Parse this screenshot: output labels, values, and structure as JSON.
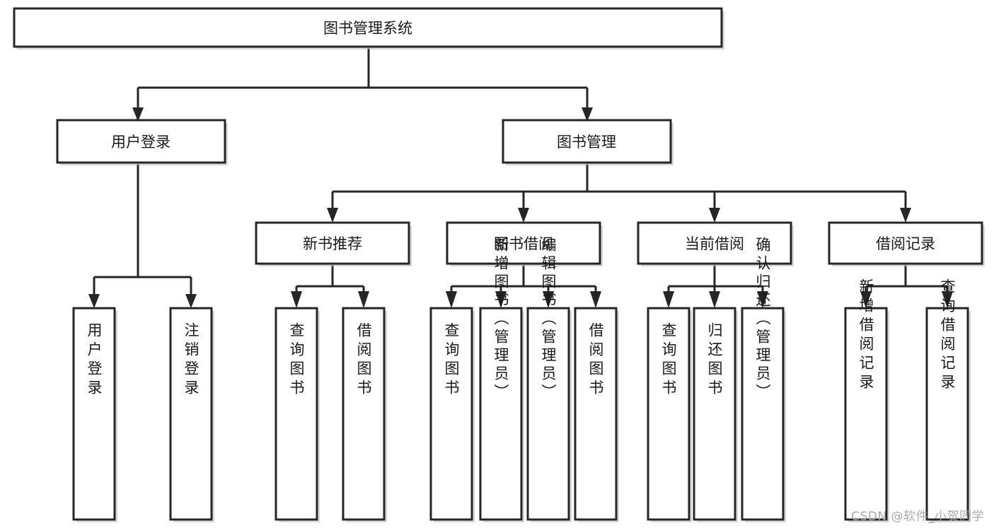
{
  "diagram": {
    "title": "图书管理系统",
    "watermark": "CSDN @软件_小贺同学",
    "style": {
      "box_fill": "#ffffff",
      "box_stroke": "#262626",
      "text_color": "#1a1a1a",
      "watermark_color": "#a9a9a9",
      "background": "#ffffff"
    },
    "levels": {
      "root": "图书管理系统",
      "level2": [
        "用户登录",
        "图书管理"
      ],
      "level3": [
        "新书推荐",
        "图书借阅",
        "当前借阅",
        "借阅记录"
      ]
    },
    "nodes": {
      "root": {
        "label": "图书管理系统",
        "orientation": "horizontal"
      },
      "user_login": {
        "label": "用户登录",
        "orientation": "horizontal"
      },
      "book_manage": {
        "label": "图书管理",
        "orientation": "horizontal"
      },
      "new_book_rec": {
        "label": "新书推荐",
        "orientation": "horizontal"
      },
      "book_borrow": {
        "label": "图书借阅",
        "orientation": "horizontal"
      },
      "current_borrow": {
        "label": "当前借阅",
        "orientation": "horizontal"
      },
      "borrow_record": {
        "label": "借阅记录",
        "orientation": "horizontal"
      },
      "leaf_user_login": {
        "label": "用户登录",
        "orientation": "vertical"
      },
      "leaf_logout": {
        "label": "注销登录",
        "orientation": "vertical"
      },
      "leaf_query_book_1": {
        "label": "查询图书",
        "orientation": "vertical"
      },
      "leaf_borrow_book_1": {
        "label": "借阅图书",
        "orientation": "vertical"
      },
      "leaf_query_book_2": {
        "label": "查询图书",
        "orientation": "vertical"
      },
      "leaf_add_book": {
        "label": "新增图书（管理员）",
        "orientation": "vertical"
      },
      "leaf_edit_book": {
        "label": "编辑图书（管理员）",
        "orientation": "vertical"
      },
      "leaf_borrow_book_2": {
        "label": "借阅图书",
        "orientation": "vertical"
      },
      "leaf_query_book_3": {
        "label": "查询图书",
        "orientation": "vertical"
      },
      "leaf_return_book": {
        "label": "归还图书",
        "orientation": "vertical"
      },
      "leaf_confirm_return": {
        "label": "确认归还（管理员）",
        "orientation": "vertical"
      },
      "leaf_add_record": {
        "label": "新增借阅记录",
        "orientation": "vertical"
      },
      "leaf_query_record": {
        "label": "查询借阅记录",
        "orientation": "vertical"
      }
    },
    "edges": [
      {
        "from": "root",
        "to": "user_login"
      },
      {
        "from": "root",
        "to": "book_manage"
      },
      {
        "from": "user_login",
        "to": "leaf_user_login"
      },
      {
        "from": "user_login",
        "to": "leaf_logout"
      },
      {
        "from": "book_manage",
        "to": "new_book_rec"
      },
      {
        "from": "book_manage",
        "to": "book_borrow"
      },
      {
        "from": "book_manage",
        "to": "current_borrow"
      },
      {
        "from": "book_manage",
        "to": "borrow_record"
      },
      {
        "from": "new_book_rec",
        "to": "leaf_query_book_1"
      },
      {
        "from": "new_book_rec",
        "to": "leaf_borrow_book_1"
      },
      {
        "from": "book_borrow",
        "to": "leaf_query_book_2"
      },
      {
        "from": "book_borrow",
        "to": "leaf_add_book"
      },
      {
        "from": "book_borrow",
        "to": "leaf_edit_book"
      },
      {
        "from": "book_borrow",
        "to": "leaf_borrow_book_2"
      },
      {
        "from": "current_borrow",
        "to": "leaf_query_book_3"
      },
      {
        "from": "current_borrow",
        "to": "leaf_return_book"
      },
      {
        "from": "current_borrow",
        "to": "leaf_confirm_return"
      },
      {
        "from": "borrow_record",
        "to": "leaf_add_record"
      },
      {
        "from": "borrow_record",
        "to": "leaf_query_record"
      }
    ]
  }
}
